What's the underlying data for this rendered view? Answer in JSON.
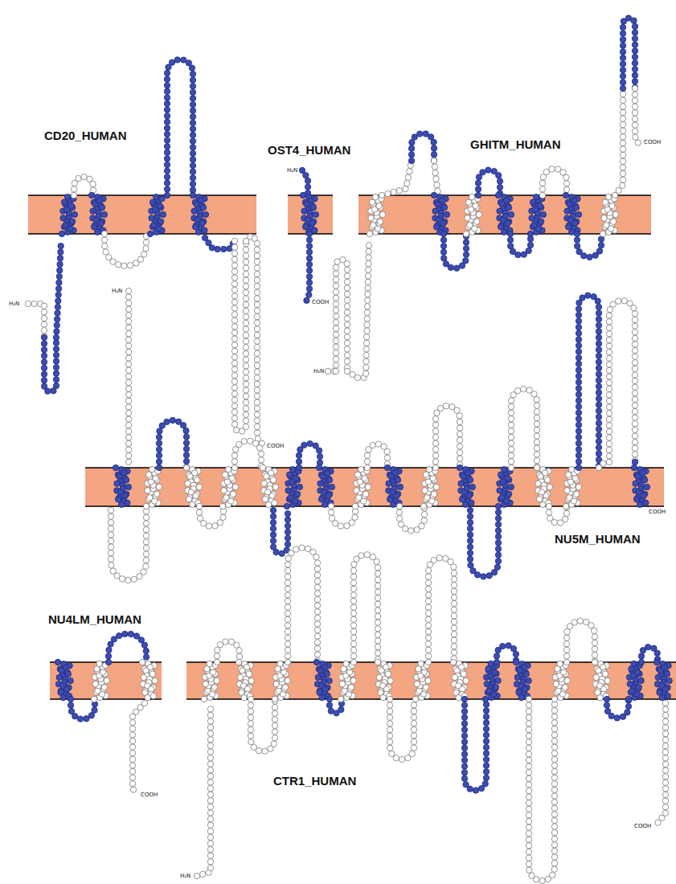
{
  "diagram": {
    "labels": [
      "CD20_HUMAN",
      "H₂N",
      "COOH",
      "OST4_HUMAN",
      "H₂N",
      "COOH",
      "GHITM_HUMAN",
      "H₂N",
      "COOH",
      "NU5M_HUMAN",
      "H₂N",
      "COOH",
      "NU4LM_HUMAN",
      "COOH",
      "CTR1_HUMAN",
      "H₂N",
      "COOH"
    ]
  }
}
